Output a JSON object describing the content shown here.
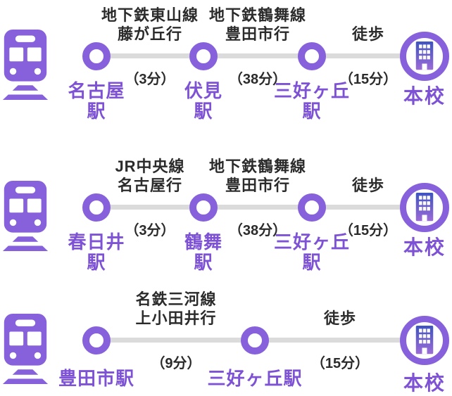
{
  "colors": {
    "purple": "#8761DB",
    "purple_text": "#7E52D5",
    "track_gray": "#DBDBDB",
    "label_dark": "#2B2B2B",
    "building_top": "#3D53C1",
    "building_bottom": "#9C6BD7",
    "background": "#FFFFFF"
  },
  "icons": {
    "train": "train-front-icon",
    "school": "office-building-icon"
  },
  "routes": [
    {
      "stops": [
        {
          "top": "名古屋",
          "bottom": "駅"
        },
        {
          "top": "伏見",
          "bottom": "駅"
        },
        {
          "top": "三好ヶ丘",
          "bottom": "駅"
        }
      ],
      "segments": [
        {
          "line": "地下鉄東山線",
          "direction": "藤が丘行",
          "duration": "（3分）"
        },
        {
          "line": "地下鉄鶴舞線",
          "direction": "豊田市行",
          "duration": "（38分）"
        },
        {
          "line": "徒歩",
          "direction": "",
          "duration": "（15分）"
        }
      ],
      "destination": "本校"
    },
    {
      "stops": [
        {
          "top": "春日井",
          "bottom": "駅"
        },
        {
          "top": "鶴舞",
          "bottom": "駅"
        },
        {
          "top": "三好ヶ丘",
          "bottom": "駅"
        }
      ],
      "segments": [
        {
          "line": "JR中央線",
          "direction": "名古屋行",
          "duration": "（3分）"
        },
        {
          "line": "地下鉄鶴舞線",
          "direction": "豊田市行",
          "duration": "（38分）"
        },
        {
          "line": "徒歩",
          "direction": "",
          "duration": "（15分）"
        }
      ],
      "destination": "本校"
    },
    {
      "stops": [
        {
          "top": "豊田市駅",
          "bottom": ""
        },
        {
          "top": "三好ヶ丘駅",
          "bottom": ""
        }
      ],
      "segments": [
        {
          "line": "名鉄三河線",
          "direction": "上小田井行",
          "duration": "（9分）"
        },
        {
          "line": "徒歩",
          "direction": "",
          "duration": "（15分）"
        }
      ],
      "destination": "本校"
    }
  ]
}
